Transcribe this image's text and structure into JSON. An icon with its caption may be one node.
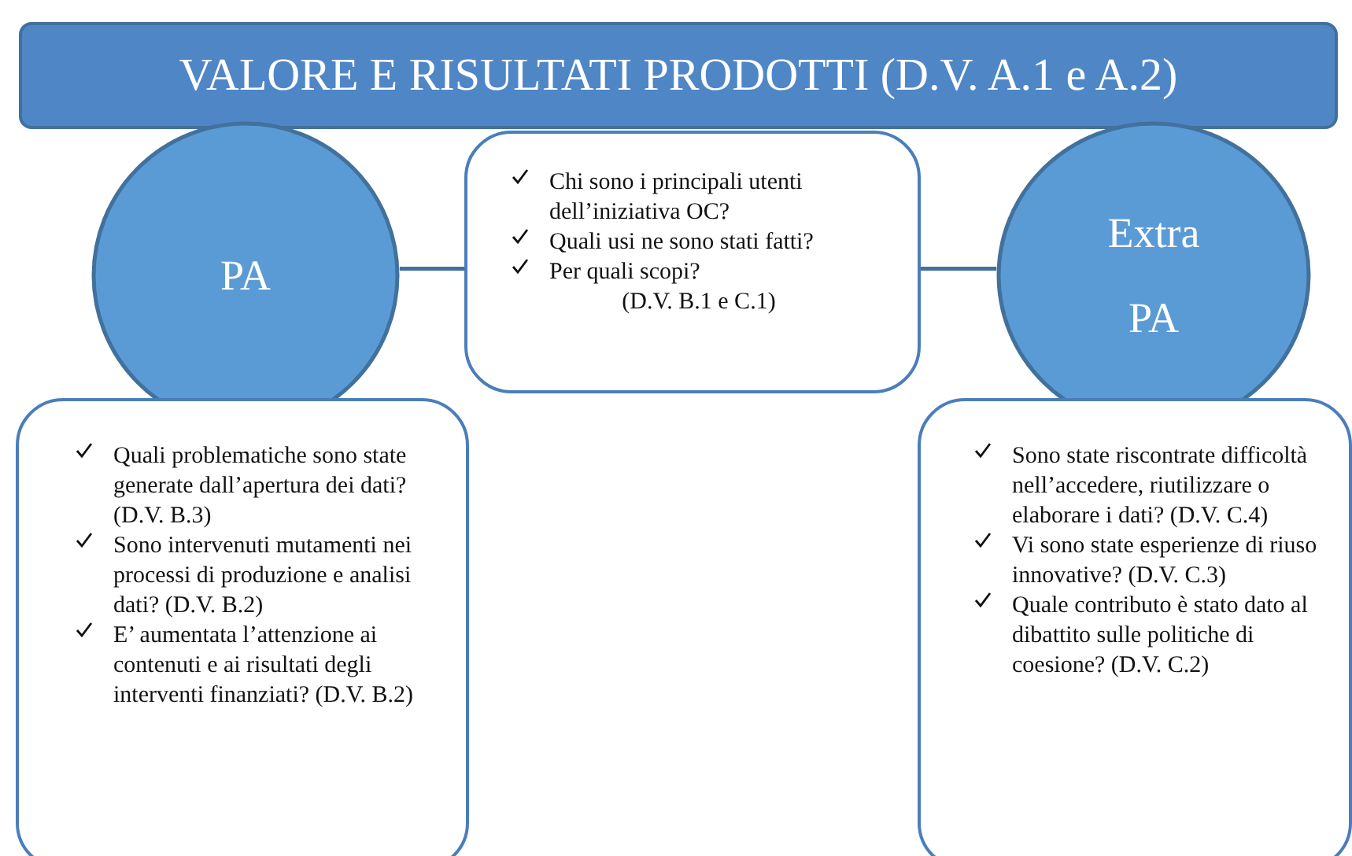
{
  "diagram": {
    "nodes": [
      {
        "text": [
          "VALORE E RISULTATI PRODOTTI (D.V. A.1 e A.2)"
        ]
      },
      {
        "text": [
          "PA"
        ]
      },
      {
        "text": [
          "Chi sono i principali utenti dell’iniziativa OC?",
          "Quali usi ne sono stati fatti?",
          "Per quali scopi?",
          "(D.V. B.1 e C.1)"
        ]
      },
      {
        "text": [
          "Extra PA"
        ]
      },
      {
        "text": [
          "Quali problematiche sono state generate dall’apertura dei dati? (D.V. B.3)",
          "Sono intervenuti mutamenti nei processi di produzione e analisi dati? (D.V. B.2)",
          "E’ aumentata l’attenzione ai contenuti e ai risultati degli interventi finanziati? (D.V. B.2)"
        ]
      },
      {
        "text": [
          "Sono state riscontrate difficoltà nell’accedere, riutilizzare o elaborare i dati? (D.V. C.4)",
          "Vi sono state esperienze di riuso innovative? (D.V. C.3)",
          "Quale contributo è stato dato al dibattito sulle politiche di coesione? (D.V. C.2)"
        ]
      }
    ],
    "edges": [
      {
        "from": 1,
        "to": 2,
        "arrow": "none"
      },
      {
        "from": 2,
        "to": 3,
        "arrow": "none"
      }
    ]
  }
}
